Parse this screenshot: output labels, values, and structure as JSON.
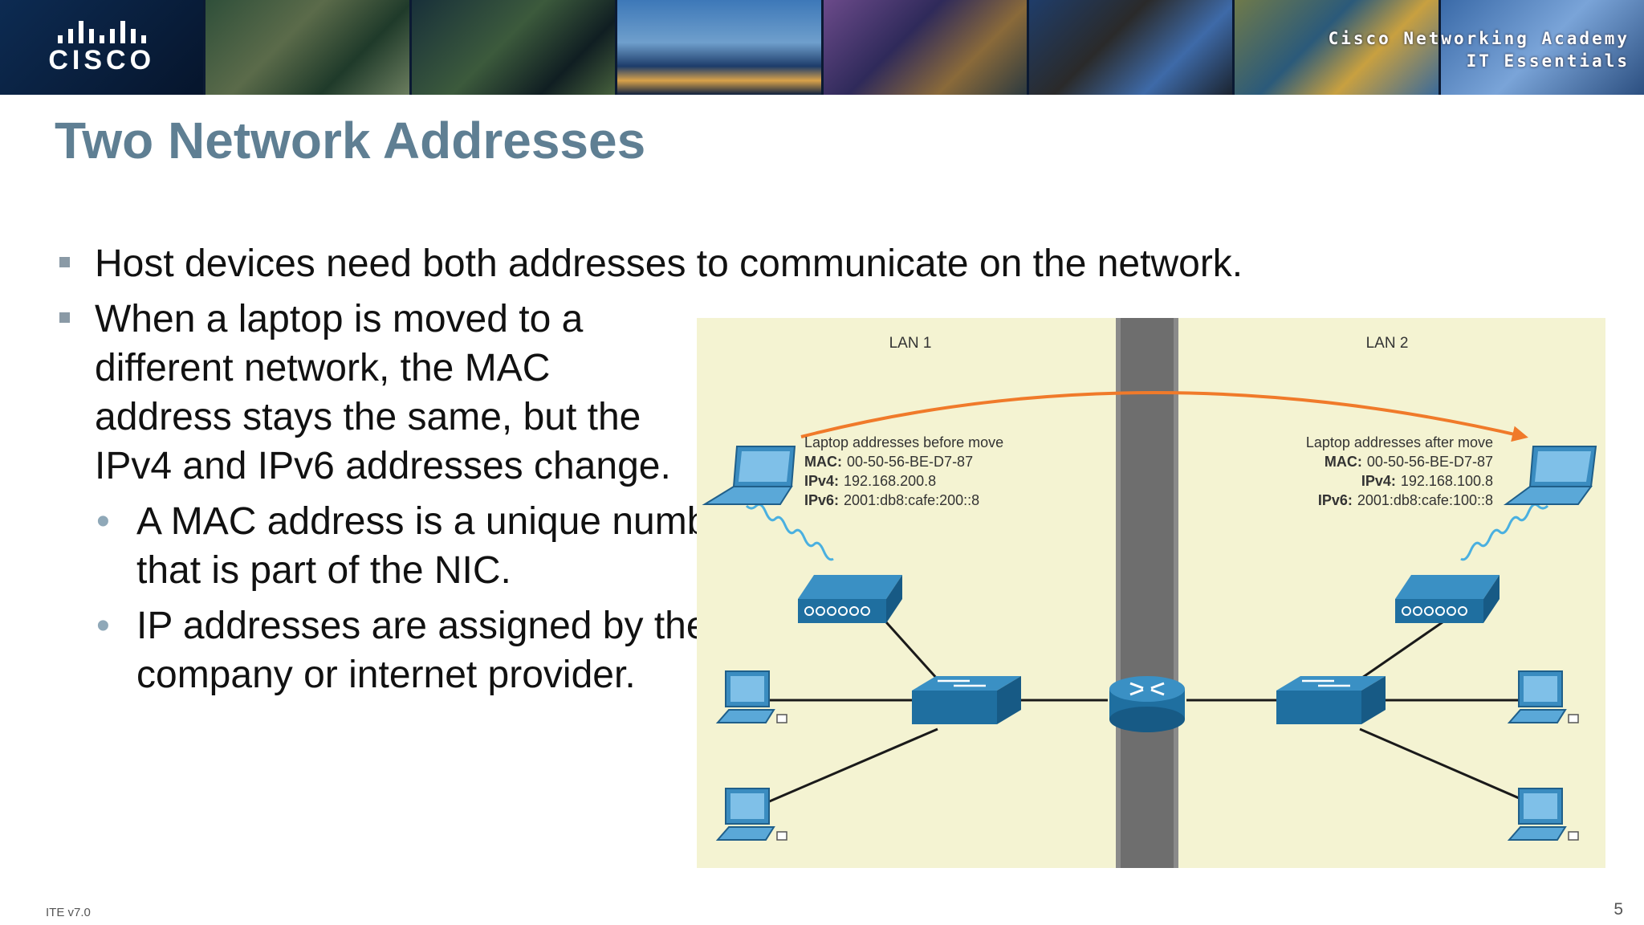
{
  "banner": {
    "logo_text": "CISCO",
    "academy_line1": "Cisco Networking Academy",
    "academy_line2": "IT Essentials"
  },
  "slide": {
    "title": "Two Network Addresses",
    "bullets": [
      "Host devices need both addresses to communicate on the network.",
      "When a laptop is moved to a different network, the MAC address stays the same, but the IPv4 and IPv6 addresses change."
    ],
    "sub_bullets": [
      "A MAC address is a unique number that is part of the NIC.",
      "IP addresses are assigned by the company or internet provider."
    ]
  },
  "diagram": {
    "lan1_label": "LAN 1",
    "lan2_label": "LAN 2",
    "before": {
      "heading": "Laptop addresses before move",
      "mac_label": "MAC:",
      "mac_value": "00-50-56-BE-D7-87",
      "ipv4_label": "IPv4:",
      "ipv4_value": "192.168.200.8",
      "ipv6_label": "IPv6:",
      "ipv6_value": "2001:db8:cafe:200::8"
    },
    "after": {
      "heading": "Laptop addresses after move",
      "mac_label": "MAC:",
      "mac_value": "00-50-56-BE-D7-87",
      "ipv4_label": "IPv4:",
      "ipv4_value": "192.168.100.8",
      "ipv6_label": "IPv6:",
      "ipv6_value": "2001:db8:cafe:100::8"
    },
    "colors": {
      "background": "#f4f3d2",
      "divider": "#6e6e6e",
      "device": "#2a7fb0",
      "arrow": "#f07a2a"
    }
  },
  "footer": {
    "course": "ITE v7.0",
    "page_number": "5"
  }
}
